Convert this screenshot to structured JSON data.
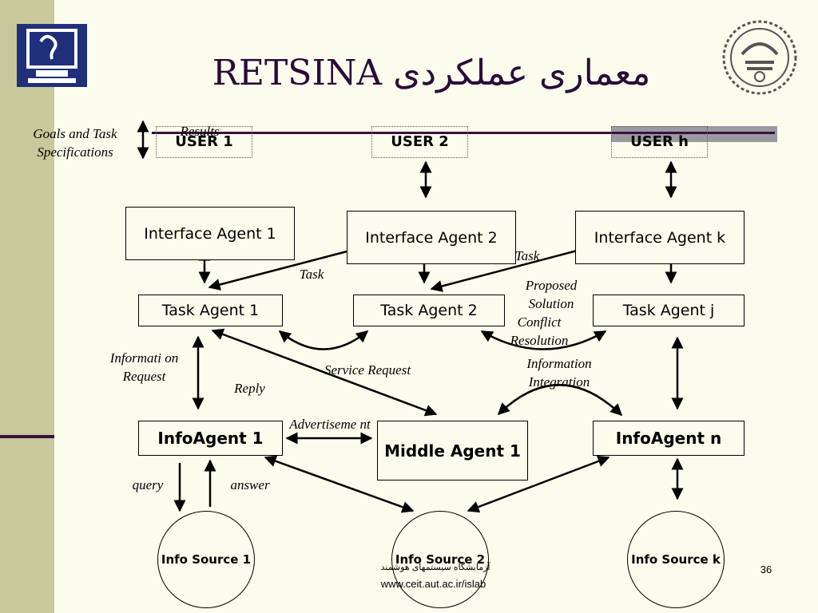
{
  "title": {
    "latin": "RETSINA",
    "persian": "معماری عملکردی"
  },
  "users": [
    {
      "id": "user-1",
      "label": "USER 1"
    },
    {
      "id": "user-2",
      "label": "USER 2"
    },
    {
      "id": "user-h",
      "label": "USER h"
    }
  ],
  "interface_agents": [
    {
      "label": "Interface Agent 1"
    },
    {
      "label": "Interface Agent 2"
    },
    {
      "label": "Interface Agent k"
    }
  ],
  "task_agents": [
    {
      "label": "Task Agent 1"
    },
    {
      "label": "Task Agent 2"
    },
    {
      "label": "Task Agent j"
    }
  ],
  "info_agents": [
    {
      "label": "InfoAgent 1"
    },
    {
      "label": "InfoAgent n"
    }
  ],
  "middle_agent": {
    "label": "Middle Agent 1"
  },
  "info_sources": [
    {
      "label": "Info Source 1"
    },
    {
      "label": "Info Source 2"
    },
    {
      "label": "Info Source k"
    }
  ],
  "labels": {
    "goals": "Goals and Task Specifications",
    "results": "Results",
    "task_left": "Task",
    "task_right": "Task",
    "proposed_solution": "Proposed Solution",
    "conflict_resolution": "Conflict Resolution",
    "information_request": "Informati on Request",
    "service_request": "Service Request",
    "information_integration": "Information Integration",
    "reply": "Reply",
    "advertisement": "Advertiseme nt",
    "query": "query",
    "answer": "answer"
  },
  "footer": {
    "lab_name": "آزمایشگاه سیستمهای هوشمند",
    "url": "www.ceit.aut.ac.ir/islab",
    "page_number": "36"
  },
  "colors": {
    "background": "#fcfcec",
    "sidebar": "#c8c89a",
    "accent_line": "#3a1040",
    "title_text": "#2a0a3a",
    "logo_blue": "#1f2f7a"
  }
}
